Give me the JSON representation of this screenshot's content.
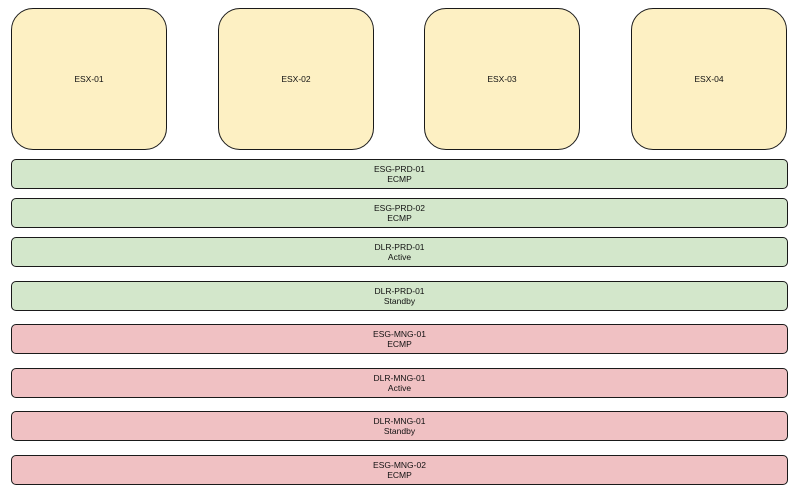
{
  "colors": {
    "host_fill": "#fdf0c3",
    "prd_fill": "#d3e7cb",
    "mng_fill": "#f0c1c3",
    "stroke": "#1a1a1a"
  },
  "hosts": [
    {
      "label": "ESX-01"
    },
    {
      "label": "ESX-02"
    },
    {
      "label": "ESX-03"
    },
    {
      "label": "ESX-04"
    }
  ],
  "edges": [
    {
      "name": "ESG-PRD-01",
      "role": "ECMP",
      "group": "prd"
    },
    {
      "name": "ESG-PRD-02",
      "role": "ECMP",
      "group": "prd"
    },
    {
      "name": "DLR-PRD-01",
      "role": "Active",
      "group": "prd"
    },
    {
      "name": "DLR-PRD-01",
      "role": "Standby",
      "group": "prd"
    },
    {
      "name": "ESG-MNG-01",
      "role": "ECMP",
      "group": "mng"
    },
    {
      "name": "DLR-MNG-01",
      "role": "Active",
      "group": "mng"
    },
    {
      "name": "DLR-MNG-01",
      "role": "Standby",
      "group": "mng"
    },
    {
      "name": "ESG-MNG-02",
      "role": "ECMP",
      "group": "mng"
    }
  ]
}
